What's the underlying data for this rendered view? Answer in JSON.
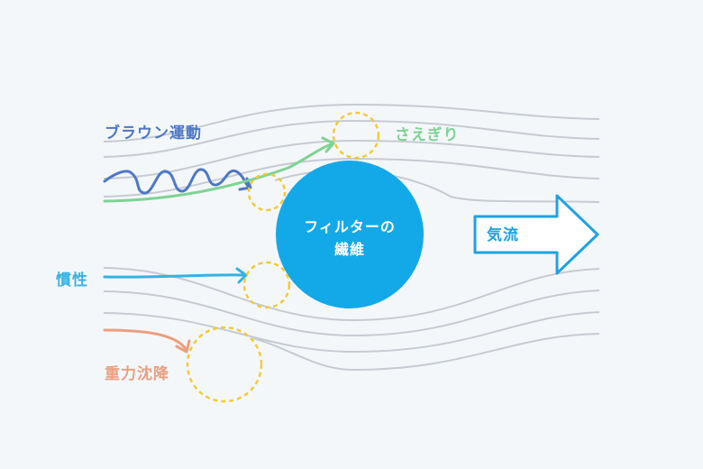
{
  "labels": {
    "brownian": "ブラウン運動",
    "interception": "さえぎり",
    "inertia": "慣性",
    "gravity": "重力沈降",
    "fiber_line1": "フィルターの",
    "fiber_line2": "繊維",
    "airflow": "気流"
  },
  "colors": {
    "background": "#f4f7fa",
    "streamline": "#c6cbd1",
    "fiber": "#13a9e8",
    "airflow_arrow": "#1fa2e2",
    "brownian": "#4d78c7",
    "interception": "#7ed394",
    "inertia": "#34b2e4",
    "gravity": "#eb9f80",
    "capture_circle": "#f2cb32"
  }
}
